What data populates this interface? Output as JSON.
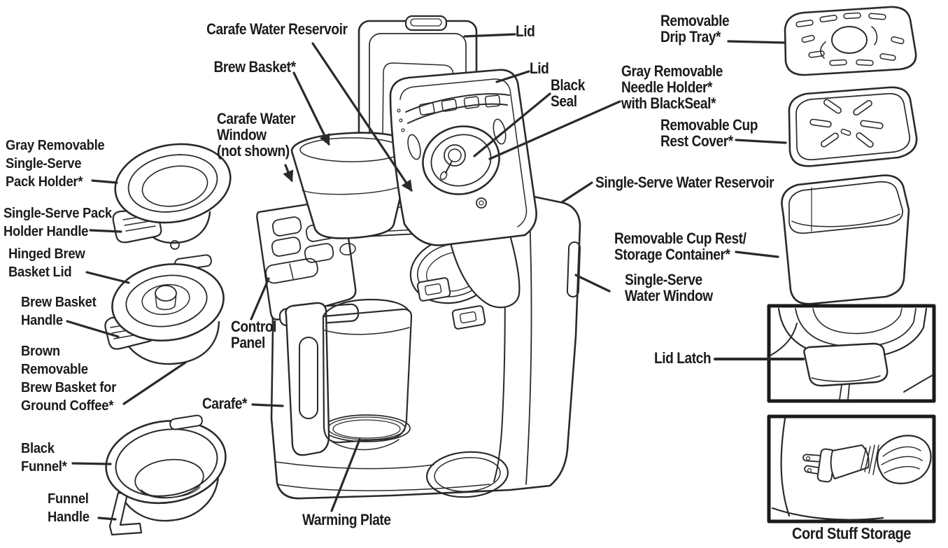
{
  "colors": {
    "ink": "#2a2a2a",
    "text": "#1c1c1c",
    "bg": "#ffffff"
  },
  "labels": {
    "carafe_water_reservoir": "Carafe Water Reservoir",
    "brew_basket": "Brew Basket*",
    "carafe_water_window": "Carafe Water\nWindow\n(not shown)",
    "lid_back": "Lid",
    "lid_front": "Lid",
    "black_seal": "Black\nSeal",
    "removable_drip_tray": "Removable\nDrip Tray*",
    "needle_holder": "Gray Removable\nNeedle Holder*\nwith BlackSeal*",
    "cup_rest_cover": "Removable Cup\nRest Cover*",
    "single_serve_water_reservoir": "Single-Serve Water Reservoir",
    "cup_rest_storage_container": "Removable Cup Rest/\nStorage Container*",
    "single_serve_water_window": "Single-Serve\nWater Window",
    "lid_latch": "Lid Latch",
    "cord_stuff_storage": "Cord Stuff Storage",
    "pack_holder": "Gray Removable\nSingle-Serve\nPack Holder*",
    "pack_holder_handle": "Single-Serve Pack\nHolder Handle",
    "hinged_brew_basket_lid": "Hinged Brew\nBasket Lid",
    "brew_basket_handle": "Brew Basket\nHandle",
    "ground_coffee_basket": "Brown\nRemovable\nBrew Basket for\nGround Coffee*",
    "black_funnel": "Black\nFunnel*",
    "funnel_handle": "Funnel\nHandle",
    "control_panel": "Control\nPanel",
    "carafe": "Carafe*",
    "warming_plate": "Warming Plate"
  }
}
